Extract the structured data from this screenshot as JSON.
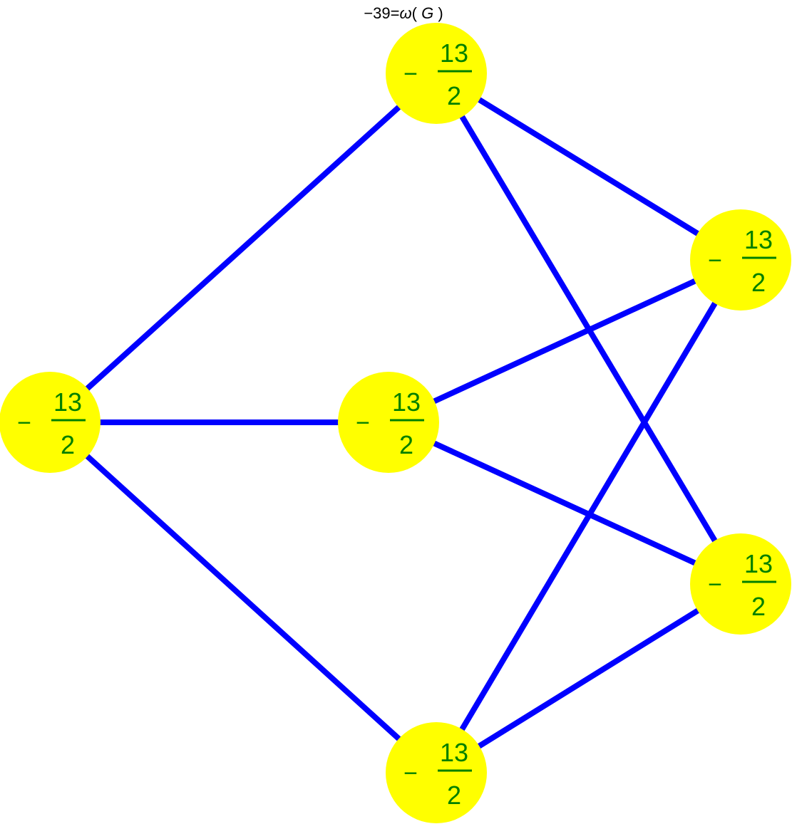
{
  "title": {
    "prefix": "−39=",
    "omega": "ω",
    "open_paren": "( ",
    "graph_symbol": "G",
    "close_paren": " )"
  },
  "colors": {
    "edge": "#0000ff",
    "node_fill": "#ffff00",
    "label_text": "#008000",
    "background": "#ffffff"
  },
  "nodes": [
    {
      "id": "top",
      "sign": "−",
      "numerator": "13",
      "denominator": "2"
    },
    {
      "id": "right-upper",
      "sign": "−",
      "numerator": "13",
      "denominator": "2"
    },
    {
      "id": "left",
      "sign": "−",
      "numerator": "13",
      "denominator": "2"
    },
    {
      "id": "center",
      "sign": "−",
      "numerator": "13",
      "denominator": "2"
    },
    {
      "id": "right-lower",
      "sign": "−",
      "numerator": "13",
      "denominator": "2"
    },
    {
      "id": "bottom",
      "sign": "−",
      "numerator": "13",
      "denominator": "2"
    }
  ],
  "edges": [
    {
      "from": "top",
      "to": "left"
    },
    {
      "from": "top",
      "to": "right-upper"
    },
    {
      "from": "top",
      "to": "right-lower"
    },
    {
      "from": "left",
      "to": "center"
    },
    {
      "from": "left",
      "to": "bottom"
    },
    {
      "from": "center",
      "to": "right-upper"
    },
    {
      "from": "center",
      "to": "right-lower"
    },
    {
      "from": "right-upper",
      "to": "bottom"
    },
    {
      "from": "right-lower",
      "to": "bottom"
    }
  ]
}
